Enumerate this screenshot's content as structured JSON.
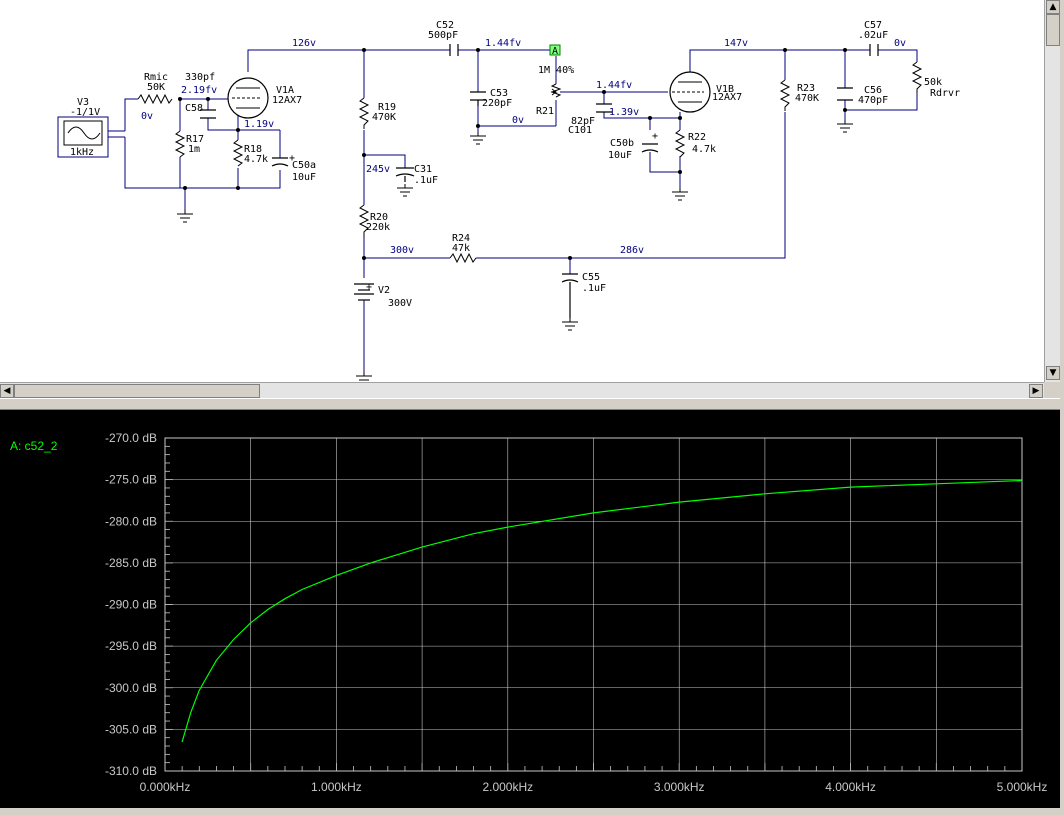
{
  "schematic": {
    "labels": {
      "v3_name": "V3",
      "v3_value": "-1/1V",
      "v3_freq": "1kHz",
      "rmic_name": "Rmic",
      "rmic_value": "50K",
      "c58_value": "330pf",
      "c58_name": "C58",
      "r17_name": "R17",
      "r17_value": "1m",
      "r18_name": "R18",
      "r18_value": "4.7k",
      "c50a_name": "C50a",
      "c50a_value": "10uF",
      "v1a_name": "V1A",
      "v1a_type": "12AX7",
      "r19_name": "R19",
      "r19_value": "470K",
      "c31_name": "C31",
      "c31_value": ".1uF",
      "r20_name": "R20",
      "r20_value": "220k",
      "v2_name": "V2",
      "v2_value": "300V",
      "r24_name": "R24",
      "r24_value": "47k",
      "c55_name": "C55",
      "c55_value": ".1uF",
      "c52_name": "C52",
      "c52_value": "500pF",
      "c53_name": "C53",
      "c53_value": "220pF",
      "r21_name": "R21",
      "r21_value": "1M 40%",
      "probe_name": "A",
      "c101_value": "82pF",
      "c101_name": "C101",
      "c50b_name": "C50b",
      "c50b_value": "10uF",
      "r22_name": "R22",
      "r22_value": "4.7k",
      "v1b_name": "V1B",
      "v1b_type": "12AX7",
      "r23_name": "R23",
      "r23_value": "470K",
      "c57_name": "C57",
      "c57_value": ".02uF",
      "c56_name": "C56",
      "c56_value": "470pF",
      "rdrvr_value": "50k",
      "rdrvr_name": "Rdrvr"
    },
    "node_voltages": {
      "in_0v": "0v",
      "grid_v1a": "2.19fv",
      "cath_v1a": "1.19v",
      "plate_v1a": "126v",
      "node_245": "245v",
      "node_300": "300v",
      "node_286": "286v",
      "c52_out": "1.44fv",
      "r21_bottom": "0v",
      "grid_v1b": "1.44fv",
      "cath_v1b": "1.39v",
      "plate_v1b": "147v",
      "out_0v": "0v"
    }
  },
  "scrollbars": {
    "up_arrow": "▲",
    "down_arrow": "▼",
    "left_arrow": "◀",
    "right_arrow": "▶"
  },
  "plot": {
    "trace_label": "A: c52_2",
    "trace_color": "#00ff00",
    "grid_color": "#c8c8c8"
  },
  "chart_data": {
    "type": "line",
    "title": "",
    "xlabel": "",
    "ylabel": "",
    "x_unit": "kHz",
    "y_unit": "dB",
    "xlim": [
      0,
      5
    ],
    "ylim": [
      -310,
      -270
    ],
    "x_ticks": [
      "0.000kHz",
      "1.000kHz",
      "2.000kHz",
      "3.000kHz",
      "4.000kHz",
      "5.000kHz"
    ],
    "y_ticks": [
      "-270.0 dB",
      "-275.0 dB",
      "-280.0 dB",
      "-285.0 dB",
      "-290.0 dB",
      "-295.0 dB",
      "-300.0 dB",
      "-305.0 dB",
      "-310.0 dB"
    ],
    "grid": true,
    "series": [
      {
        "name": "A: c52_2",
        "x": [
          0.1,
          0.15,
          0.2,
          0.3,
          0.4,
          0.5,
          0.6,
          0.7,
          0.8,
          1.0,
          1.2,
          1.5,
          1.8,
          2.0,
          2.5,
          3.0,
          3.5,
          4.0,
          4.5,
          5.0
        ],
        "y": [
          -306.5,
          -303.0,
          -300.3,
          -296.7,
          -294.2,
          -292.2,
          -290.6,
          -289.3,
          -288.2,
          -286.5,
          -285.0,
          -283.1,
          -281.5,
          -280.7,
          -279.0,
          -277.7,
          -276.7,
          -275.9,
          -275.5,
          -275.1
        ]
      }
    ]
  }
}
